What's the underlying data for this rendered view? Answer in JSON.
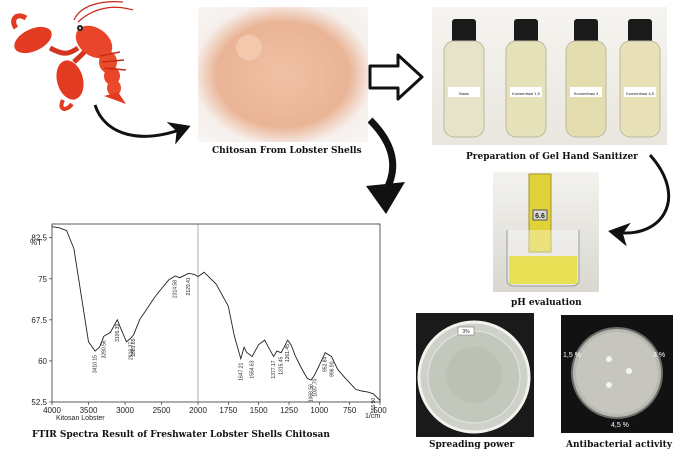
{
  "captions": {
    "chitosan": "Chitosan From Lobster Shells",
    "gel": "Preparation of Gel Hand Sanitizer",
    "ph": "pH evaluation",
    "spreading": "Spreading power",
    "antibacterial": "Antibacterial activity",
    "ftir": "FTIR Spectra Result of Freshwater Lobster Shells Chitosan"
  },
  "ph_meter_reading": "6.6",
  "petri_labels": {
    "left": "1,5 %",
    "right": "3 %",
    "bottom": "4,5 %",
    "spread_tag": "3%"
  },
  "bottle_labels": [
    "Basis",
    "Konsentrasi 1,5",
    "Konsentrasi 3",
    "Konsentrasi 4,5"
  ],
  "chart_data": {
    "type": "line",
    "title": "",
    "xlabel": "Kitosan Lobster",
    "ylabel": "%T",
    "x_unit": "1/cm",
    "xlim": [
      4000,
      500
    ],
    "ylim": [
      52.5,
      85
    ],
    "x_ticks": [
      4000,
      3500,
      3000,
      2500,
      2000,
      1750,
      1500,
      1250,
      1000,
      750,
      500
    ],
    "x_tick_labels": [
      "4000",
      "3500",
      "3000",
      "2500",
      "2000",
      "1750",
      "1500",
      "1250",
      "1000",
      "750",
      "500"
    ],
    "y_ticks": [
      52.5,
      60,
      67.5,
      75,
      82.5
    ],
    "y_tick_labels": [
      "52.5",
      "60",
      "67.5",
      "75",
      "82.5"
    ],
    "series": [
      {
        "x": [
          4000,
          3900,
          3800,
          3700,
          3600,
          3500,
          3410,
          3350,
          3290,
          3200,
          3105,
          3060,
          2980,
          2916,
          2881,
          2800,
          2700,
          2600,
          2500,
          2400,
          2314,
          2250,
          2129,
          2050,
          2000,
          1950,
          1850,
          1750,
          1700,
          1647,
          1620,
          1600,
          1554,
          1500,
          1450,
          1420,
          1377,
          1350,
          1315,
          1290,
          1261,
          1230,
          1200,
          1150,
          1100,
          1068,
          1037,
          1000,
          952,
          900,
          850,
          800,
          750,
          700,
          650,
          600,
          555,
          500
        ],
        "y": [
          84.5,
          84.3,
          83.8,
          80.5,
          72,
          63.5,
          61.8,
          62.5,
          64.5,
          65.2,
          67.5,
          66,
          63.5,
          64.2,
          64.8,
          67.5,
          69.5,
          71.5,
          73.2,
          74.8,
          75.5,
          75.2,
          76,
          75.8,
          75.4,
          76.2,
          74,
          70,
          64.5,
          60.4,
          62.5,
          61.6,
          60.8,
          63,
          63.8,
          62.5,
          60.8,
          61.8,
          61.5,
          62.5,
          63.8,
          62.8,
          61,
          58.8,
          56.8,
          56.5,
          57.5,
          59.2,
          61.5,
          60.8,
          58.5,
          57.2,
          56,
          54.8,
          54.5,
          54.3,
          54,
          52.8
        ]
      }
    ],
    "peak_labels": [
      {
        "x": 3410,
        "label": "3410.15"
      },
      {
        "x": 3290,
        "label": "3290.56"
      },
      {
        "x": 3105,
        "label": "3105.39"
      },
      {
        "x": 2916,
        "label": "2916.37"
      },
      {
        "x": 2881,
        "label": "2881.65"
      },
      {
        "x": 2314,
        "label": "2314.58"
      },
      {
        "x": 2129,
        "label": "2129.41"
      },
      {
        "x": 1647,
        "label": "1647.21"
      },
      {
        "x": 1554,
        "label": "1554.63"
      },
      {
        "x": 1377,
        "label": "1377.17"
      },
      {
        "x": 1315,
        "label": "1315.45"
      },
      {
        "x": 1261,
        "label": "1261.45"
      },
      {
        "x": 1068,
        "label": "1068.56"
      },
      {
        "x": 1037,
        "label": "1037.70"
      },
      {
        "x": 952,
        "label": "952.84"
      },
      {
        "x": 896,
        "label": "896.90"
      },
      {
        "x": 555,
        "label": "555.50"
      }
    ],
    "grid": false,
    "legend": "none"
  }
}
